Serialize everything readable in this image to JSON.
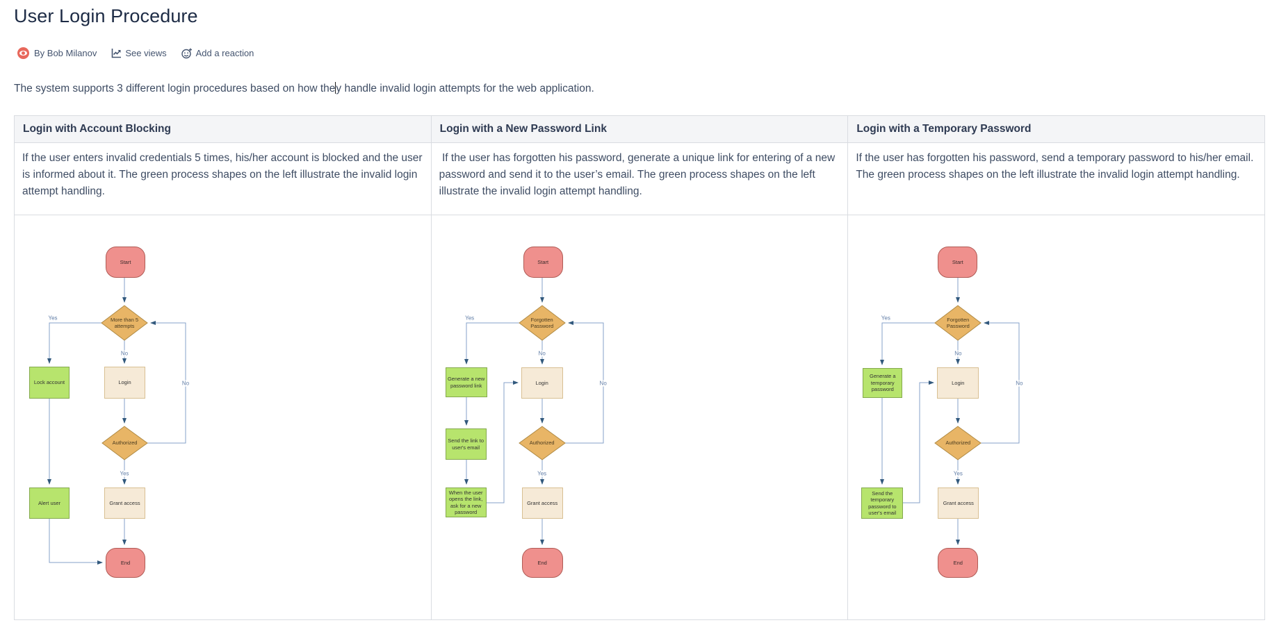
{
  "header": {
    "title": "User Login Procedure",
    "author": "By Bob Milanov",
    "see_views": "See views",
    "add_reaction": "Add a reaction"
  },
  "intro": {
    "before_caret": "The system supports 3 different login procedures based on how the",
    "after_caret": "y handle invalid login attempts for the web application."
  },
  "flow_labels": {
    "yes": "Yes",
    "no": "No"
  },
  "colors": {
    "node_red_fill": "#ef908d",
    "node_red_stroke": "#b05b55",
    "node_orange_fill": "#e8b566",
    "node_orange_stroke": "#af8a44",
    "node_green_fill": "#b7e46d",
    "node_green_stroke": "#84a94e",
    "node_cream_fill": "#f6ead7",
    "node_cream_stroke": "#d8bf92",
    "connector": "#84a1c9",
    "arrowhead": "#32597d"
  },
  "table": {
    "columns": [
      {
        "header": "Login with Account Blocking",
        "description": "If the user enters invalid credentials 5 times, his/her account is blocked and the user is informed about it. The green process shapes on the left illustrate the invalid login attempt handling.",
        "flow": {
          "start": "Start",
          "decision1": "More than 5 attempts",
          "process_left1": "Lock account",
          "login": "Login",
          "decision2": "Authorized",
          "process_left2": "Alert user",
          "grant": "Grant access",
          "end": "End"
        }
      },
      {
        "header": "Login with a New Password Link",
        "description": " If the user has forgotten his password, generate a unique link for entering of a new password and send it to the user’s email. The green process shapes on the left illustrate the invalid login attempt handling.",
        "flow": {
          "start": "Start",
          "decision1": "Forgotten Password",
          "process_left1": "Generate a new password link",
          "login": "Login",
          "process_left2": "Send the link to user's email",
          "process_left3": "When the user opens the link, ask for a new password",
          "decision2": "Authorized",
          "grant": "Grant access",
          "end": "End"
        }
      },
      {
        "header": "Login with a Temporary Password",
        "description": "If the user has forgotten his password, send a temporary password to his/her email. The green process shapes on the left illustrate the invalid login attempt handling.",
        "flow": {
          "start": "Start",
          "decision1": "Forgotten Password",
          "process_left1": "Generate a temporary password",
          "login": "Login",
          "process_left2": "Send the temporary password to user's email",
          "decision2": "Authorized",
          "grant": "Grant access",
          "end": "End"
        }
      }
    ]
  }
}
